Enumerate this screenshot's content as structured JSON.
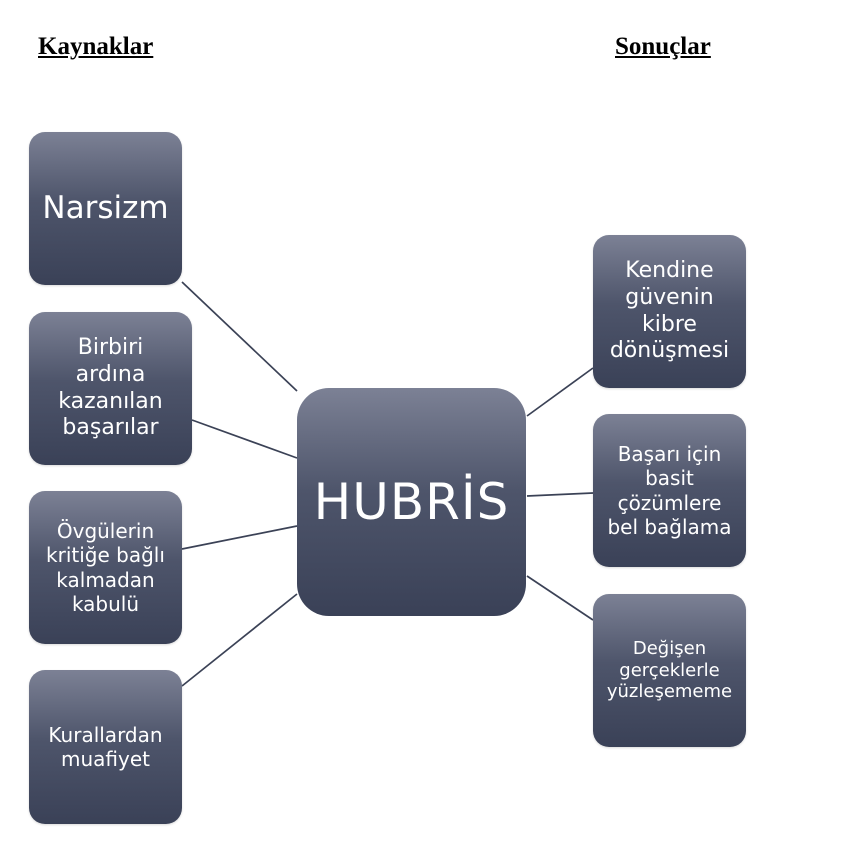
{
  "headings": {
    "sources": "Kaynaklar",
    "results": "Sonuçlar"
  },
  "center": {
    "label": "HUBRİS"
  },
  "sources": [
    "Narsizm",
    "Birbiri\nardına\nkazanılan\nbaşarılar",
    "Övgülerin\nkritiğe bağlı\nkalmadan\nkabulü",
    "Kurallardan\nmuafiyet"
  ],
  "results": [
    "Kendine\ngüvenin\nkibre\ndönüşmesi",
    "Başarı için\nbasit\nçözümlere\nbel bağlama",
    "Değişen\ngerçeklerle\nyüzleşememe"
  ],
  "colors": {
    "box_top": "#7c8195",
    "box_bottom": "#3a4157",
    "connector": "#3b4256",
    "text": "#ffffff"
  }
}
